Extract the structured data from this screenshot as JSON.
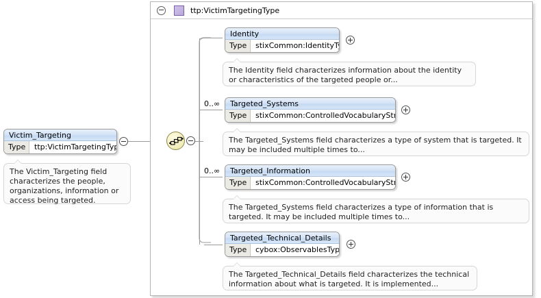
{
  "root": {
    "element": {
      "name": "Victim_Targeting",
      "type_label": "Type",
      "type_value": "ttp:VictimTargetingType"
    },
    "documentation": "The Victim_Targeting field characterizes the people, organizations, information or access being targeted.",
    "collapse_icon": "minus-circle-icon"
  },
  "type_panel": {
    "title": "ttp:VictimTargetingType",
    "collapse_icon": "minus-circle-icon",
    "type_icon": "complex-type-swatch-icon",
    "compositor": "sequence-compositor-icon",
    "compositor_collapse_icon": "minus-circle-icon"
  },
  "children": [
    {
      "name": "Identity",
      "type_label": "Type",
      "type_value": "stixCommon:IdentityType",
      "cardinality": "",
      "expand_icon": "plus-circle-icon",
      "documentation": "The Identity field characterizes information about the identity or characteristics of the targeted people or..."
    },
    {
      "name": "Targeted_Systems",
      "type_label": "Type",
      "type_value": "stixCommon:ControlledVocabularyStrin ...",
      "cardinality": "0..∞",
      "expand_icon": "plus-circle-icon",
      "documentation": "The Targeted_Systems field characterizes a type of system that is targeted. It may be included multiple times to..."
    },
    {
      "name": "Targeted_Information",
      "type_label": "Type",
      "type_value": "stixCommon:ControlledVocabularyStrin ...",
      "cardinality": "0..∞",
      "expand_icon": "plus-circle-icon",
      "documentation": "The Targeted_Systems field characterizes a type of information that is targeted. It may be included multiple times to..."
    },
    {
      "name": "Targeted_Technical_Details",
      "type_label": "Type",
      "type_value": "cybox:ObservablesType",
      "cardinality": "",
      "expand_icon": "plus-circle-icon",
      "documentation": "The Targeted_Technical_Details field characterizes the technical information about what is targeted. It is implemented..."
    }
  ],
  "colors": {
    "header_gradient_top": "#e8f0fb",
    "header_gradient_bottom": "#c3d9f2",
    "compositor_fill": "#f4efc0",
    "type_swatch": "#b9a7de",
    "line": "#9a9a9a"
  }
}
